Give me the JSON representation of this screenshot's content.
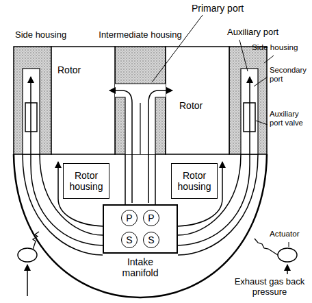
{
  "diagram": {
    "nodes": [
      {
        "text": [
          "Rotor housing"
        ]
      },
      {
        "text": [
          "Rotor housing"
        ]
      },
      {
        "text": [
          "Intake manifold"
        ]
      },
      {
        "text": [
          "P"
        ],
        "in": 2
      },
      {
        "text": [
          "P"
        ],
        "in": 2
      },
      {
        "text": [
          "S"
        ],
        "in": 2
      },
      {
        "text": [
          "S"
        ],
        "in": 2
      }
    ],
    "labels": [
      "Primary port",
      "Side housing",
      "Intermediate housing",
      "Auxiliary port",
      "Side housing",
      "Rotor",
      "Secondary port",
      "Rotor",
      "Auxiliary port valve",
      "Actuator",
      "Exhaust gas back pressure"
    ]
  }
}
